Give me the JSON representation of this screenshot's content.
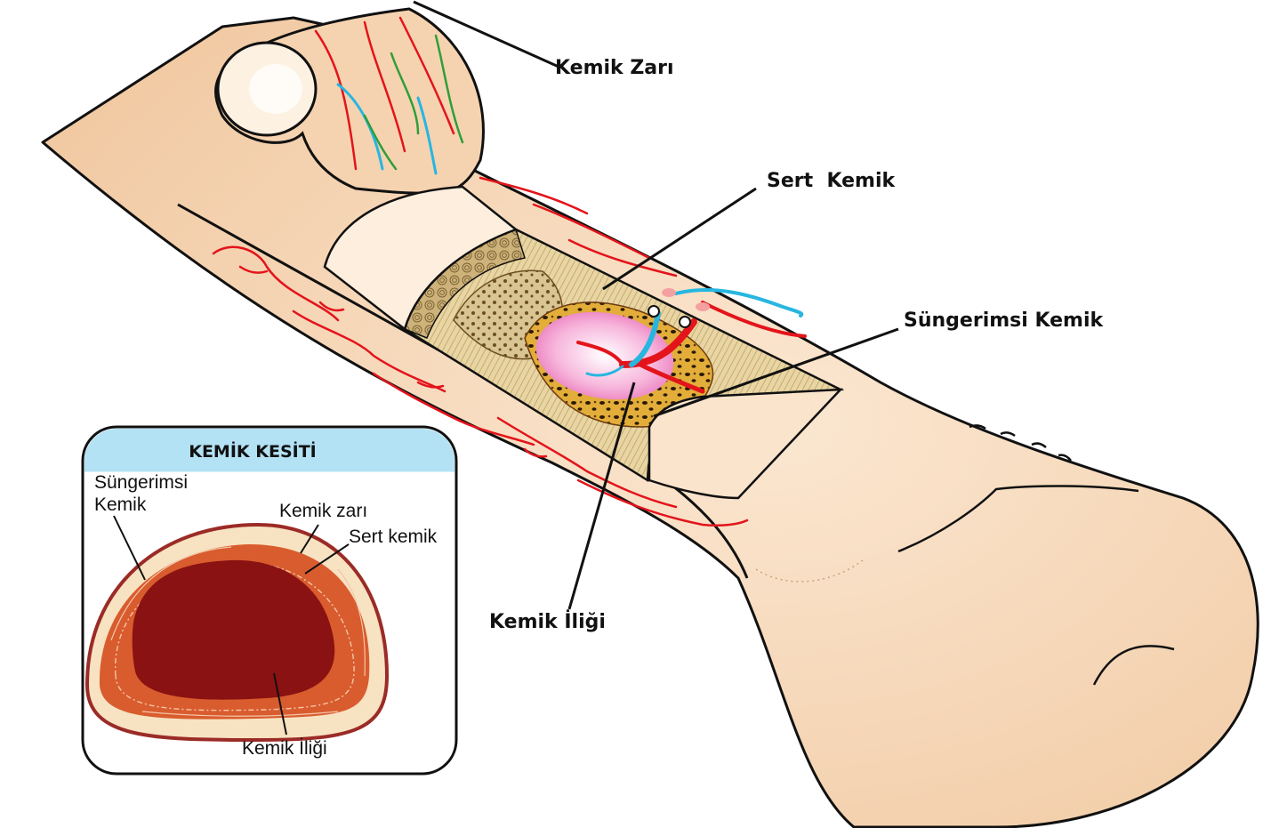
{
  "labels": {
    "periosteum": "Kemik Zarı",
    "compact_bone": "Sert  Kemik",
    "spongy_bone": "Süngerimsi Kemik",
    "bone_marrow": "Kemik İliği"
  },
  "inset": {
    "title": "KEMİK KESİTİ",
    "spongy_line1": "Süngerimsi",
    "spongy_line2": "Kemik",
    "periosteum": "Kemik zarı",
    "compact": "Sert kemik",
    "marrow": "Kemik İliği"
  },
  "colors": {
    "bone": "#f6d8b6",
    "artery": "#e3141b",
    "vein": "#27b6e0",
    "marrow": "#f5a9d6",
    "spongy": "#e0a92e",
    "inset_header": "#b3e2f5",
    "inset_marrow": "#8a1212",
    "inset_spongy": "#d95c2e"
  }
}
